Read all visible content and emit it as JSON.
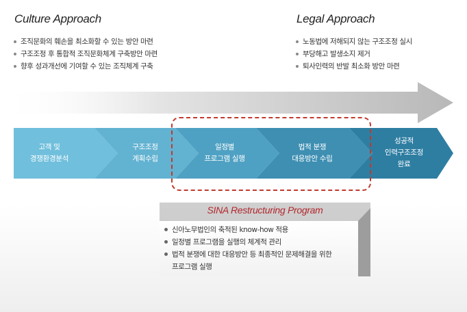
{
  "culture": {
    "title": "Culture Approach",
    "bullets": [
      "조직문화의 훼손을 최소화할 수 있는 방안 마련",
      "구조조정 후 통합적 조직문화체계 구축방안 마련",
      "향후 성과개선에 기여할 수 있는 조직체계 구축"
    ]
  },
  "legal": {
    "title": "Legal Approach",
    "bullets": [
      "노동법에 저해되지 않는 구조조정 실시",
      "부당해고 발생소지 제거",
      "퇴사인력의 반발 최소화 방안 마련"
    ]
  },
  "stages": [
    {
      "lines": [
        "고객 및",
        "경쟁환경분석"
      ],
      "color": "#70bfdc"
    },
    {
      "lines": [
        "구조조정",
        "계획수립"
      ],
      "color": "#62b2d1"
    },
    {
      "lines": [
        "일정별",
        "프로그램 실행"
      ],
      "color": "#4fa1c3"
    },
    {
      "lines": [
        "법적 분쟁",
        "대응방안 수립"
      ],
      "color": "#3e8fb2"
    },
    {
      "lines": [
        "성공적",
        "인력구조조정",
        "완료"
      ],
      "color": "#2e7ea2"
    }
  ],
  "program": {
    "title": "SINA Restructuring Program",
    "items": [
      {
        "line1": "신아노무법인의 축적된 know-how  적용"
      },
      {
        "line1": "일정별 프로그램을 실행의 체계적 관리"
      },
      {
        "line1": "법적 분쟁에 대한 대응방안 등 최종적인 문제해결을 위한",
        "line2": "프로그램 실행"
      }
    ]
  },
  "colors": {
    "highlight_dash": "#c0392b",
    "program_title": "#b2272d",
    "backdrop_arrow": "#c9c9c9"
  }
}
